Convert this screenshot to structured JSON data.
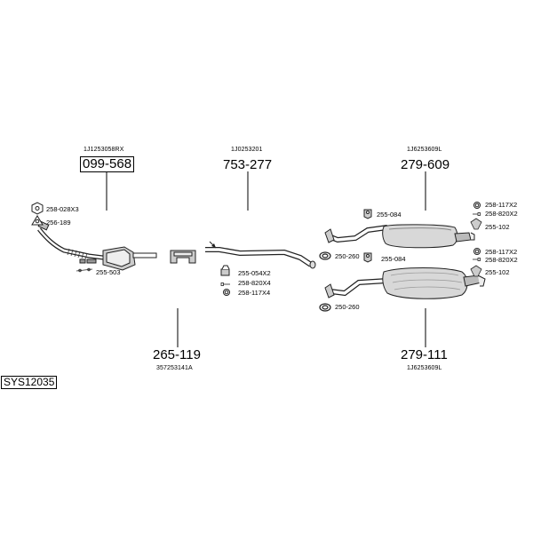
{
  "system_code": "SYS12035",
  "assemblies": {
    "catalytic_converter": {
      "oem": "1J1253058RX",
      "part": "099-568"
    },
    "middle_pipe": {
      "oem": "1J0253201",
      "part": "753-277"
    },
    "rear_silencer_top": {
      "oem": "1J6253609L",
      "part": "279-609"
    },
    "front_pipe": {
      "oem": "357253141A",
      "part": "265-119"
    },
    "rear_silencer_bottom": {
      "oem": "1J6253609L",
      "part": "279-111"
    }
  },
  "hardware": {
    "cat_nut": "258-028X3",
    "cat_gasket": "256-189",
    "cat_clamp": "255-503",
    "mid_clamp": "255-054X2",
    "mid_bolt": "258-820X4",
    "mid_ring": "258-117X4",
    "top_hanger": "255-084",
    "top_ring_left": "250-260",
    "top_ring_right": "258-117X2",
    "top_bolt_right": "258-820X2",
    "top_clamp_right": "255-102",
    "bot_hanger": "255-084",
    "bot_ring_left": "250-260",
    "bot_ring_right": "258-117X2",
    "bot_bolt_right": "258-820X2",
    "bot_clamp_right": "255-102"
  }
}
